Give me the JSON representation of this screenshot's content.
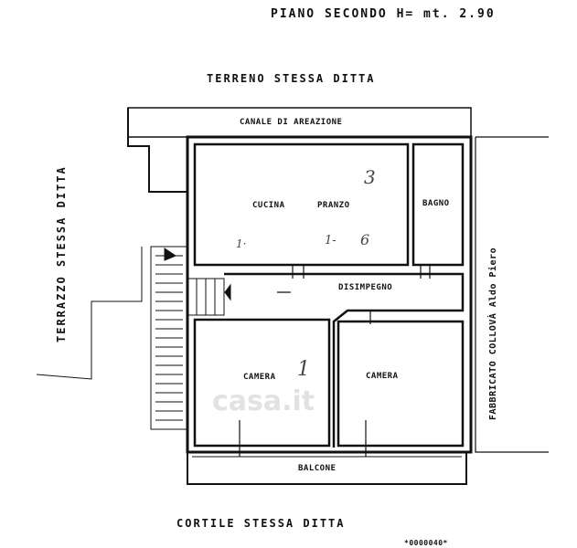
{
  "title": "PIANO  SECONDO  H= mt. 2.90",
  "labels": {
    "top": "TERRENO  STESSA  DITTA",
    "canal": "CANALE  DI  AREAZIONE",
    "left": "TERRAZZO  STESSA  DITTA",
    "right": "FABBRICATO COLLOVÀ Aldo Piero",
    "bottom": "CORTILE  STESSA  DITTA"
  },
  "rooms": {
    "cucina": "CUCINA",
    "pranzo": "PRANZO",
    "bagno": "BAGNO",
    "disimpegno": "DISIMPEGNO",
    "camera_left": "CAMERA",
    "camera_right": "CAMERA",
    "balcone": "BALCONE"
  },
  "handwritten": {
    "n3": "3",
    "n6": "6",
    "n1": "1",
    "n1b": "1-",
    "n1c": "1·"
  },
  "watermark": "casa.it",
  "footer_code": "*0000040*"
}
